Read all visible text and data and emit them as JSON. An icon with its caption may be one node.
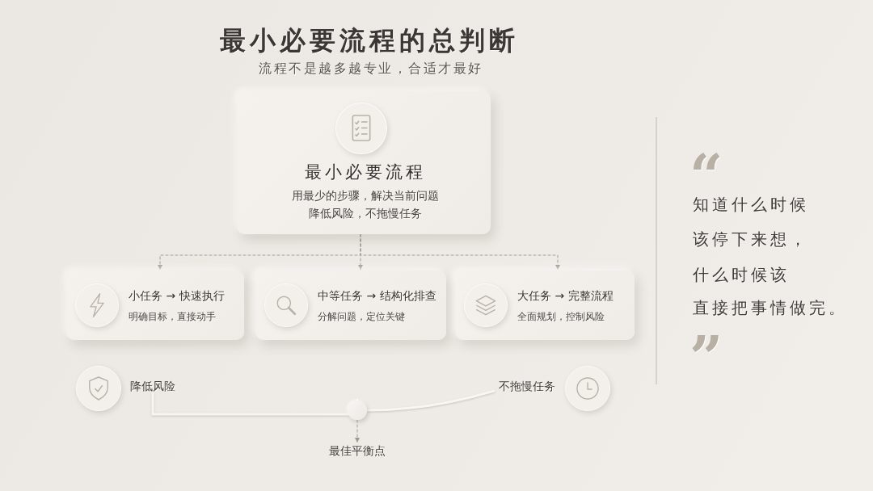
{
  "diagram": {
    "title": "最小必要流程的总判断",
    "nodes": [
      {
        "text": [
          "最小必要流程",
          "用最少的步骤，解决当前问题",
          "降低风险，不拖慢任务"
        ]
      },
      {
        "text": [
          "小任务 → 快速执行",
          "明确目标，直接动手"
        ]
      },
      {
        "text": [
          "中等任务 → 结构化排查",
          "分解问题，定位关键"
        ]
      },
      {
        "text": [
          "大任务 → 完整流程",
          "全面规划，控制风险"
        ]
      },
      {
        "text": [
          "降低风险"
        ]
      },
      {
        "text": [
          "不拖慢任务"
        ]
      },
      {
        "text": [],
        "shape": "circle"
      },
      {
        "text": [
          "最佳平衡点"
        ]
      }
    ],
    "edges": [
      {
        "from": 0,
        "to": 1,
        "arrow": "to",
        "style": "dashed"
      },
      {
        "from": 0,
        "to": 2,
        "arrow": "to",
        "style": "dashed"
      },
      {
        "from": 0,
        "to": 3,
        "arrow": "to",
        "style": "dashed"
      },
      {
        "from": 4,
        "to": 6,
        "arrow": "none",
        "style": "thick",
        "color": "#f8f6f3"
      },
      {
        "from": 6,
        "to": 5,
        "arrow": "none",
        "style": "thick",
        "color": "#f8f6f3"
      },
      {
        "from": 6,
        "to": 7,
        "arrow": "to",
        "style": "dashed"
      }
    ],
    "labels": [
      "流程不是越多越专业，合适才最好",
      "“",
      "知道什么时候",
      "该停下来想，",
      "什么时候该",
      "直接把事情做完。",
      "”"
    ]
  }
}
